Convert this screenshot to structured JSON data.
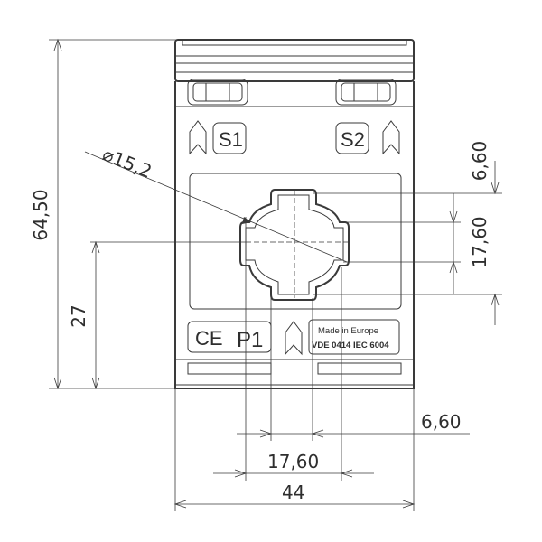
{
  "drawing": {
    "terminal_s1": "S1",
    "terminal_s2": "S2",
    "marking_ce": "CE",
    "marking_p1": "P1",
    "made_in": "Made in Europe",
    "standard": "VDE 0414 IEC 6004"
  },
  "dimensions": {
    "height_total": "64,50",
    "height_center": "27",
    "bore_diameter": "⌀15,2",
    "right_small": "6,60",
    "right_large": "17,60",
    "bottom_small": "6,60",
    "bottom_large": "17,60",
    "width_total": "44"
  }
}
